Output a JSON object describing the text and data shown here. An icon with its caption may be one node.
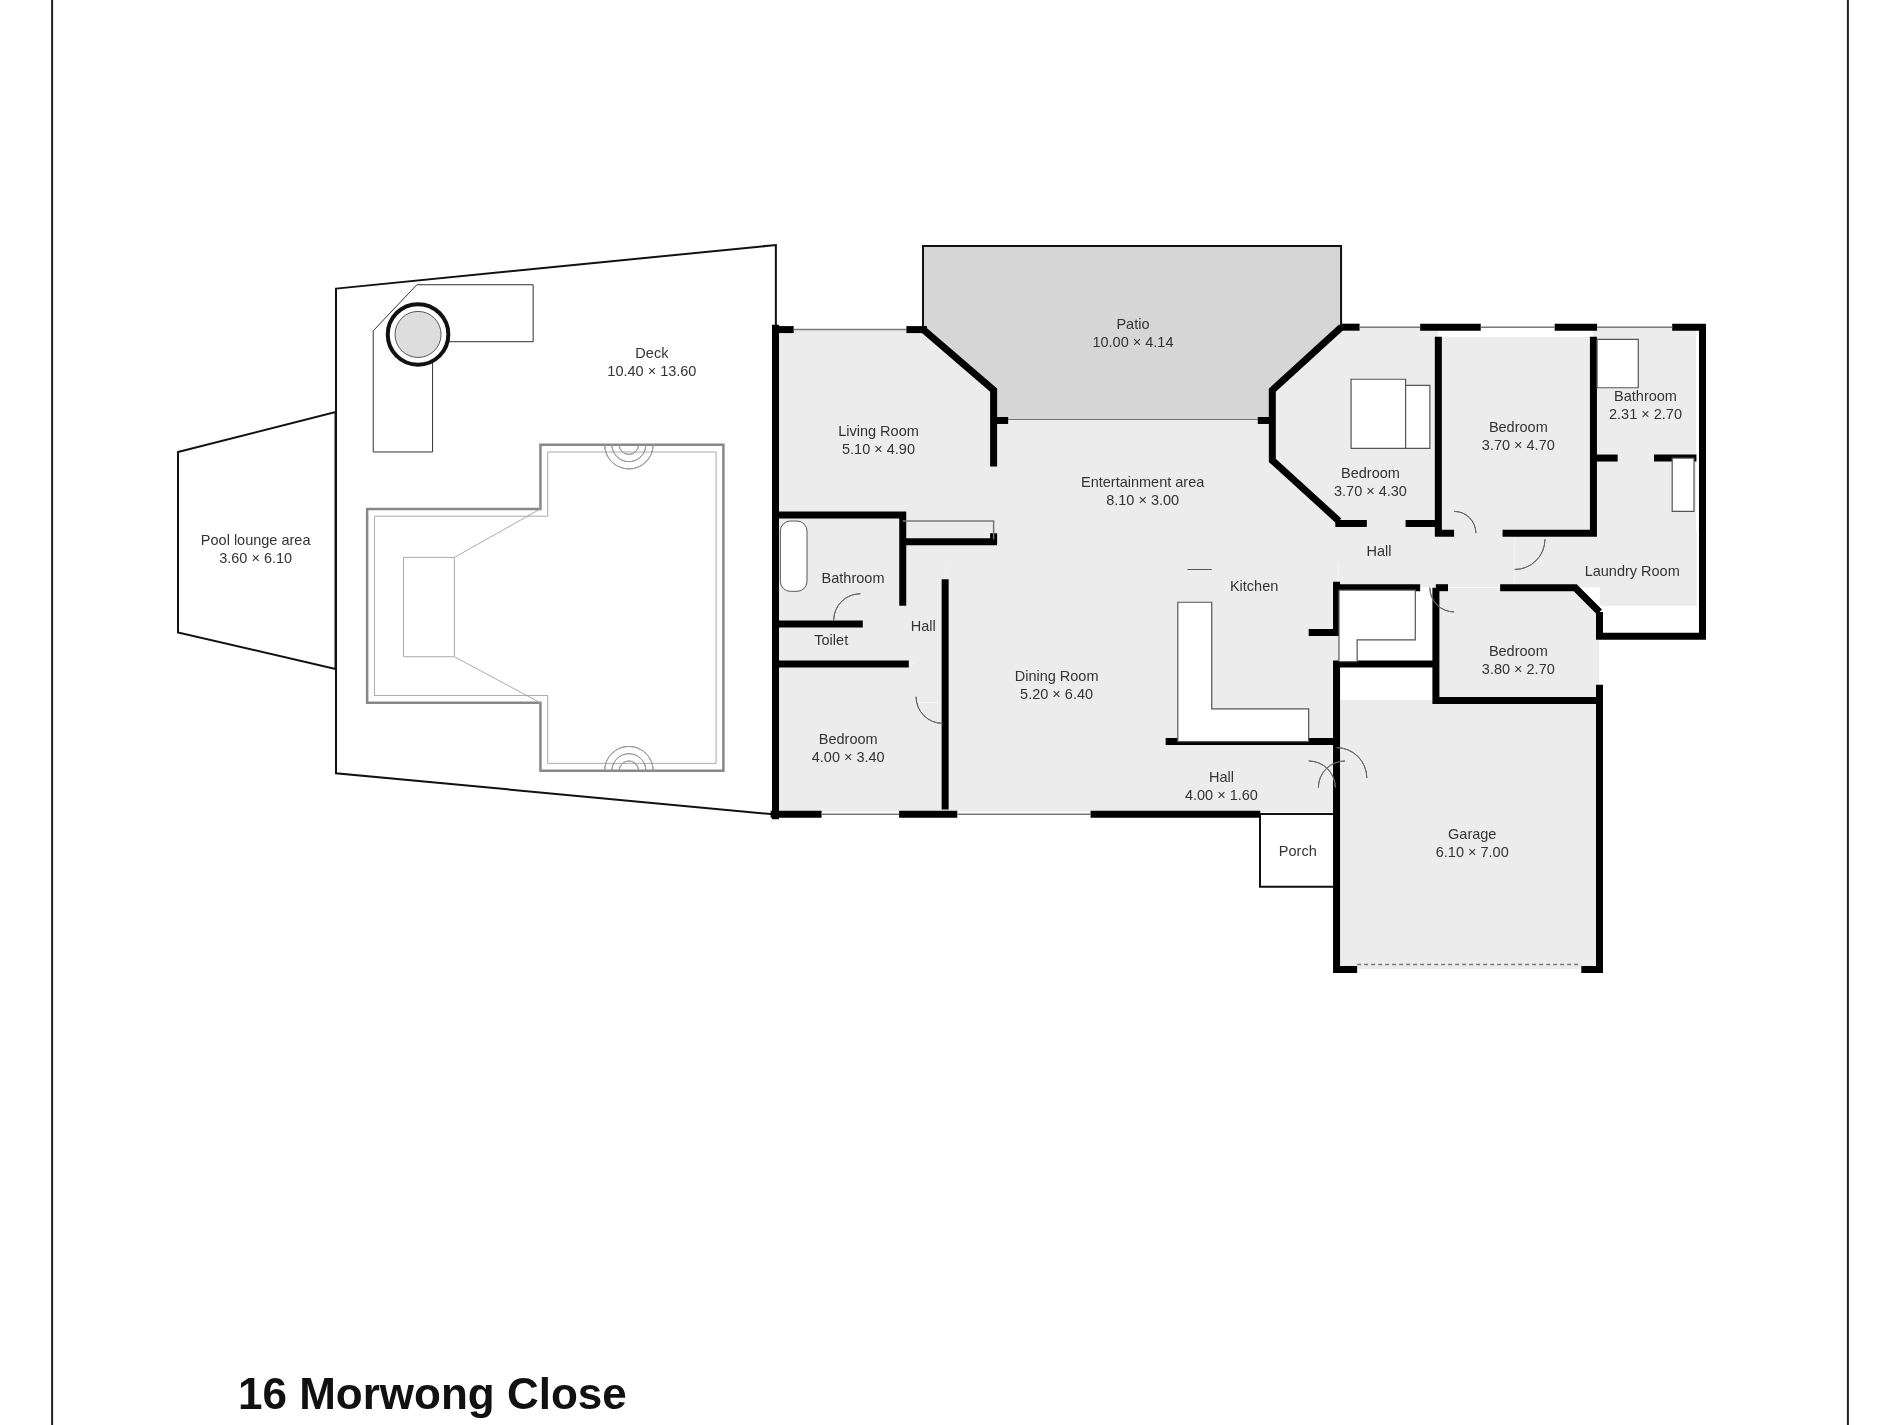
{
  "diagram": {
    "title": "16 Morwong Close",
    "nodes": [
      {
        "text": [
          "Deck",
          "10.40 × 13.60"
        ]
      },
      {
        "text": [
          "Patio",
          "10.00 × 4.14"
        ]
      },
      {
        "text": [
          "Living Room",
          "5.10 × 4.90"
        ]
      },
      {
        "text": [
          "Bathroom",
          "2.31 × 2.70"
        ]
      },
      {
        "text": [
          "Bedroom",
          "3.70 × 4.70"
        ]
      },
      {
        "text": [
          "Bedroom",
          "3.70 × 4.30"
        ]
      },
      {
        "text": [
          "Entertainment area",
          "8.10 × 3.00"
        ]
      },
      {
        "text": [
          "Pool lounge area",
          "3.60 × 6.10"
        ]
      },
      {
        "text": [
          "Hall"
        ]
      },
      {
        "text": [
          "Laundry Room"
        ]
      },
      {
        "text": [
          "Bathroom"
        ]
      },
      {
        "text": [
          "Kitchen"
        ]
      },
      {
        "text": [
          "Toilet"
        ]
      },
      {
        "text": [
          "Hall"
        ]
      },
      {
        "text": [
          "Bedroom",
          "3.80 × 2.70"
        ]
      },
      {
        "text": [
          "Dining Room",
          "5.20 × 6.40"
        ]
      },
      {
        "text": [
          "Bedroom",
          "4.00 × 3.40"
        ]
      },
      {
        "text": [
          "Hall",
          "4.00 × 1.60"
        ]
      },
      {
        "text": [
          "Garage",
          "6.10 × 7.00"
        ]
      },
      {
        "text": [
          "Porch"
        ]
      }
    ]
  }
}
